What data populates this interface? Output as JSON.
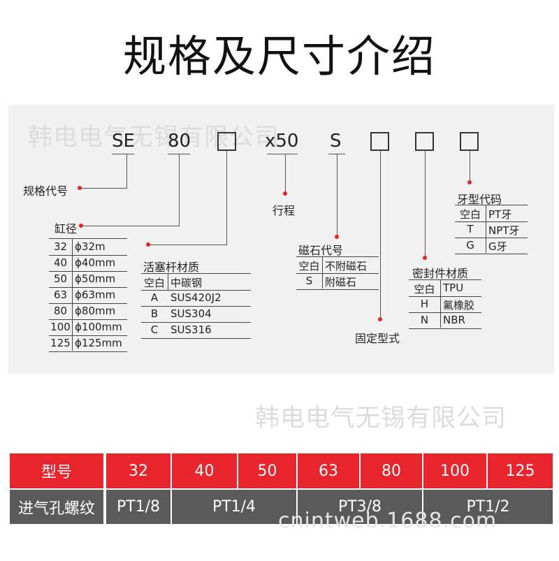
{
  "title": "规格及尺寸介绍",
  "watermark": "韩电电气无锡有限公司",
  "watermark_bottom": "cnintweb.1688.com",
  "code": {
    "prefix": "SE",
    "bore": "80",
    "stroke": "x50",
    "magnet": "S"
  },
  "labels": {
    "spec_code": "规格代号",
    "bore": "缸径",
    "rod_material": "活塞杆材质",
    "stroke": "行程",
    "magnet_code": "磁石代号",
    "seal_material": "密封件材质",
    "thread_code": "牙型代码",
    "mount": "固定型式"
  },
  "bore_table": [
    [
      "32",
      "ϕ32m"
    ],
    [
      "40",
      "ϕ40mm"
    ],
    [
      "50",
      "ϕ50mm"
    ],
    [
      "63",
      "ϕ63mm"
    ],
    [
      "80",
      "ϕ80mm"
    ],
    [
      "100",
      "ϕ100mm"
    ],
    [
      "125",
      "ϕ125mm"
    ]
  ],
  "rod_table": [
    [
      "空白",
      "中碳钢"
    ],
    [
      "A",
      "SUS420J2"
    ],
    [
      "B",
      "SUS304"
    ],
    [
      "C",
      "SUS316"
    ]
  ],
  "magnet_table": [
    [
      "空白",
      "不附磁石"
    ],
    [
      "S",
      "附磁石"
    ]
  ],
  "seal_table": [
    [
      "空白",
      "TPU"
    ],
    [
      "H",
      "氟橡胶"
    ],
    [
      "N",
      "NBR"
    ]
  ],
  "thread_table": [
    [
      "空白",
      "PT牙"
    ],
    [
      "T",
      "NPT牙"
    ],
    [
      "G",
      "G牙"
    ]
  ],
  "bottom_table": {
    "row1_header": "型号",
    "models": [
      "32",
      "40",
      "50",
      "63",
      "80",
      "100",
      "125"
    ],
    "row2_header": "进气孔螺纹",
    "ports": [
      "PT1/8",
      "PT1/4",
      "PT3/8",
      "PT1/2"
    ]
  },
  "colors": {
    "red": "#e8242c",
    "dark": "#5a5a5a",
    "dot": "#e2242b"
  }
}
